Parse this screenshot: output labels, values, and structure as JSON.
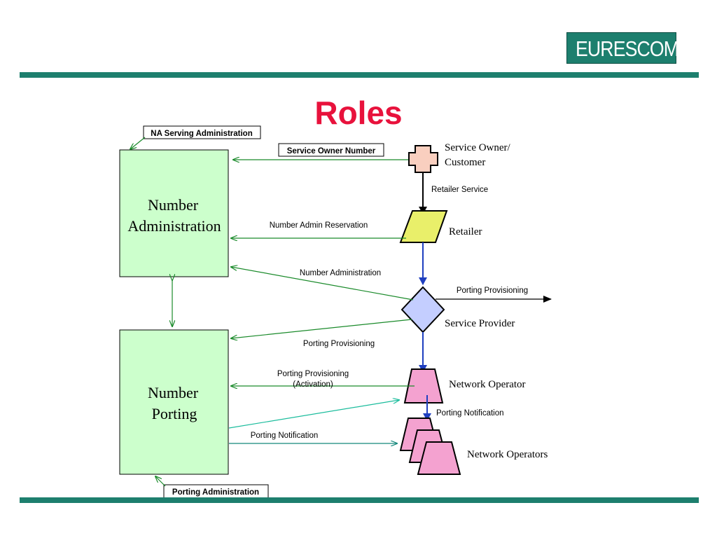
{
  "logo": {
    "text": "EURESCOM"
  },
  "title": "Roles",
  "boxes": {
    "number_administration": [
      "Number",
      "Administration"
    ],
    "number_porting": [
      "Number",
      "Porting"
    ]
  },
  "callouts": {
    "na_serving_administration": "NA Serving Administration",
    "service_owner_number": "Service Owner Number",
    "porting_administration": "Porting Administration"
  },
  "roles": {
    "service_owner": [
      "Service Owner/",
      "Customer"
    ],
    "retailer": "Retailer",
    "service_provider": "Service Provider",
    "network_operator": "Network Operator",
    "network_operators": "Network Operators"
  },
  "flow_labels": {
    "retailer_service": "Retailer Service",
    "number_admin_reservation": "Number Admin Reservation",
    "number_administration": "Number Administration",
    "porting_provisioning_out": "Porting Provisioning",
    "porting_provisioning": "Porting Provisioning",
    "porting_provisioning_activation": [
      "Porting Provisioning",
      "(Activation)"
    ],
    "porting_notification_operator": "Porting Notification",
    "porting_notification": "Porting Notification"
  },
  "colors": {
    "teal": "#1d7f6e",
    "title_red": "#e8123c",
    "box_green": "#ccffcc",
    "arrow_green": "#1a8a2a",
    "arrow_teal": "#1abc9c",
    "arrow_blue": "#1f3fbf",
    "owner_fill": "#f9cfbf",
    "retailer_fill": "#e9ef6a",
    "provider_fill": "#c4ceff",
    "operator_fill": "#f4a2d0"
  }
}
